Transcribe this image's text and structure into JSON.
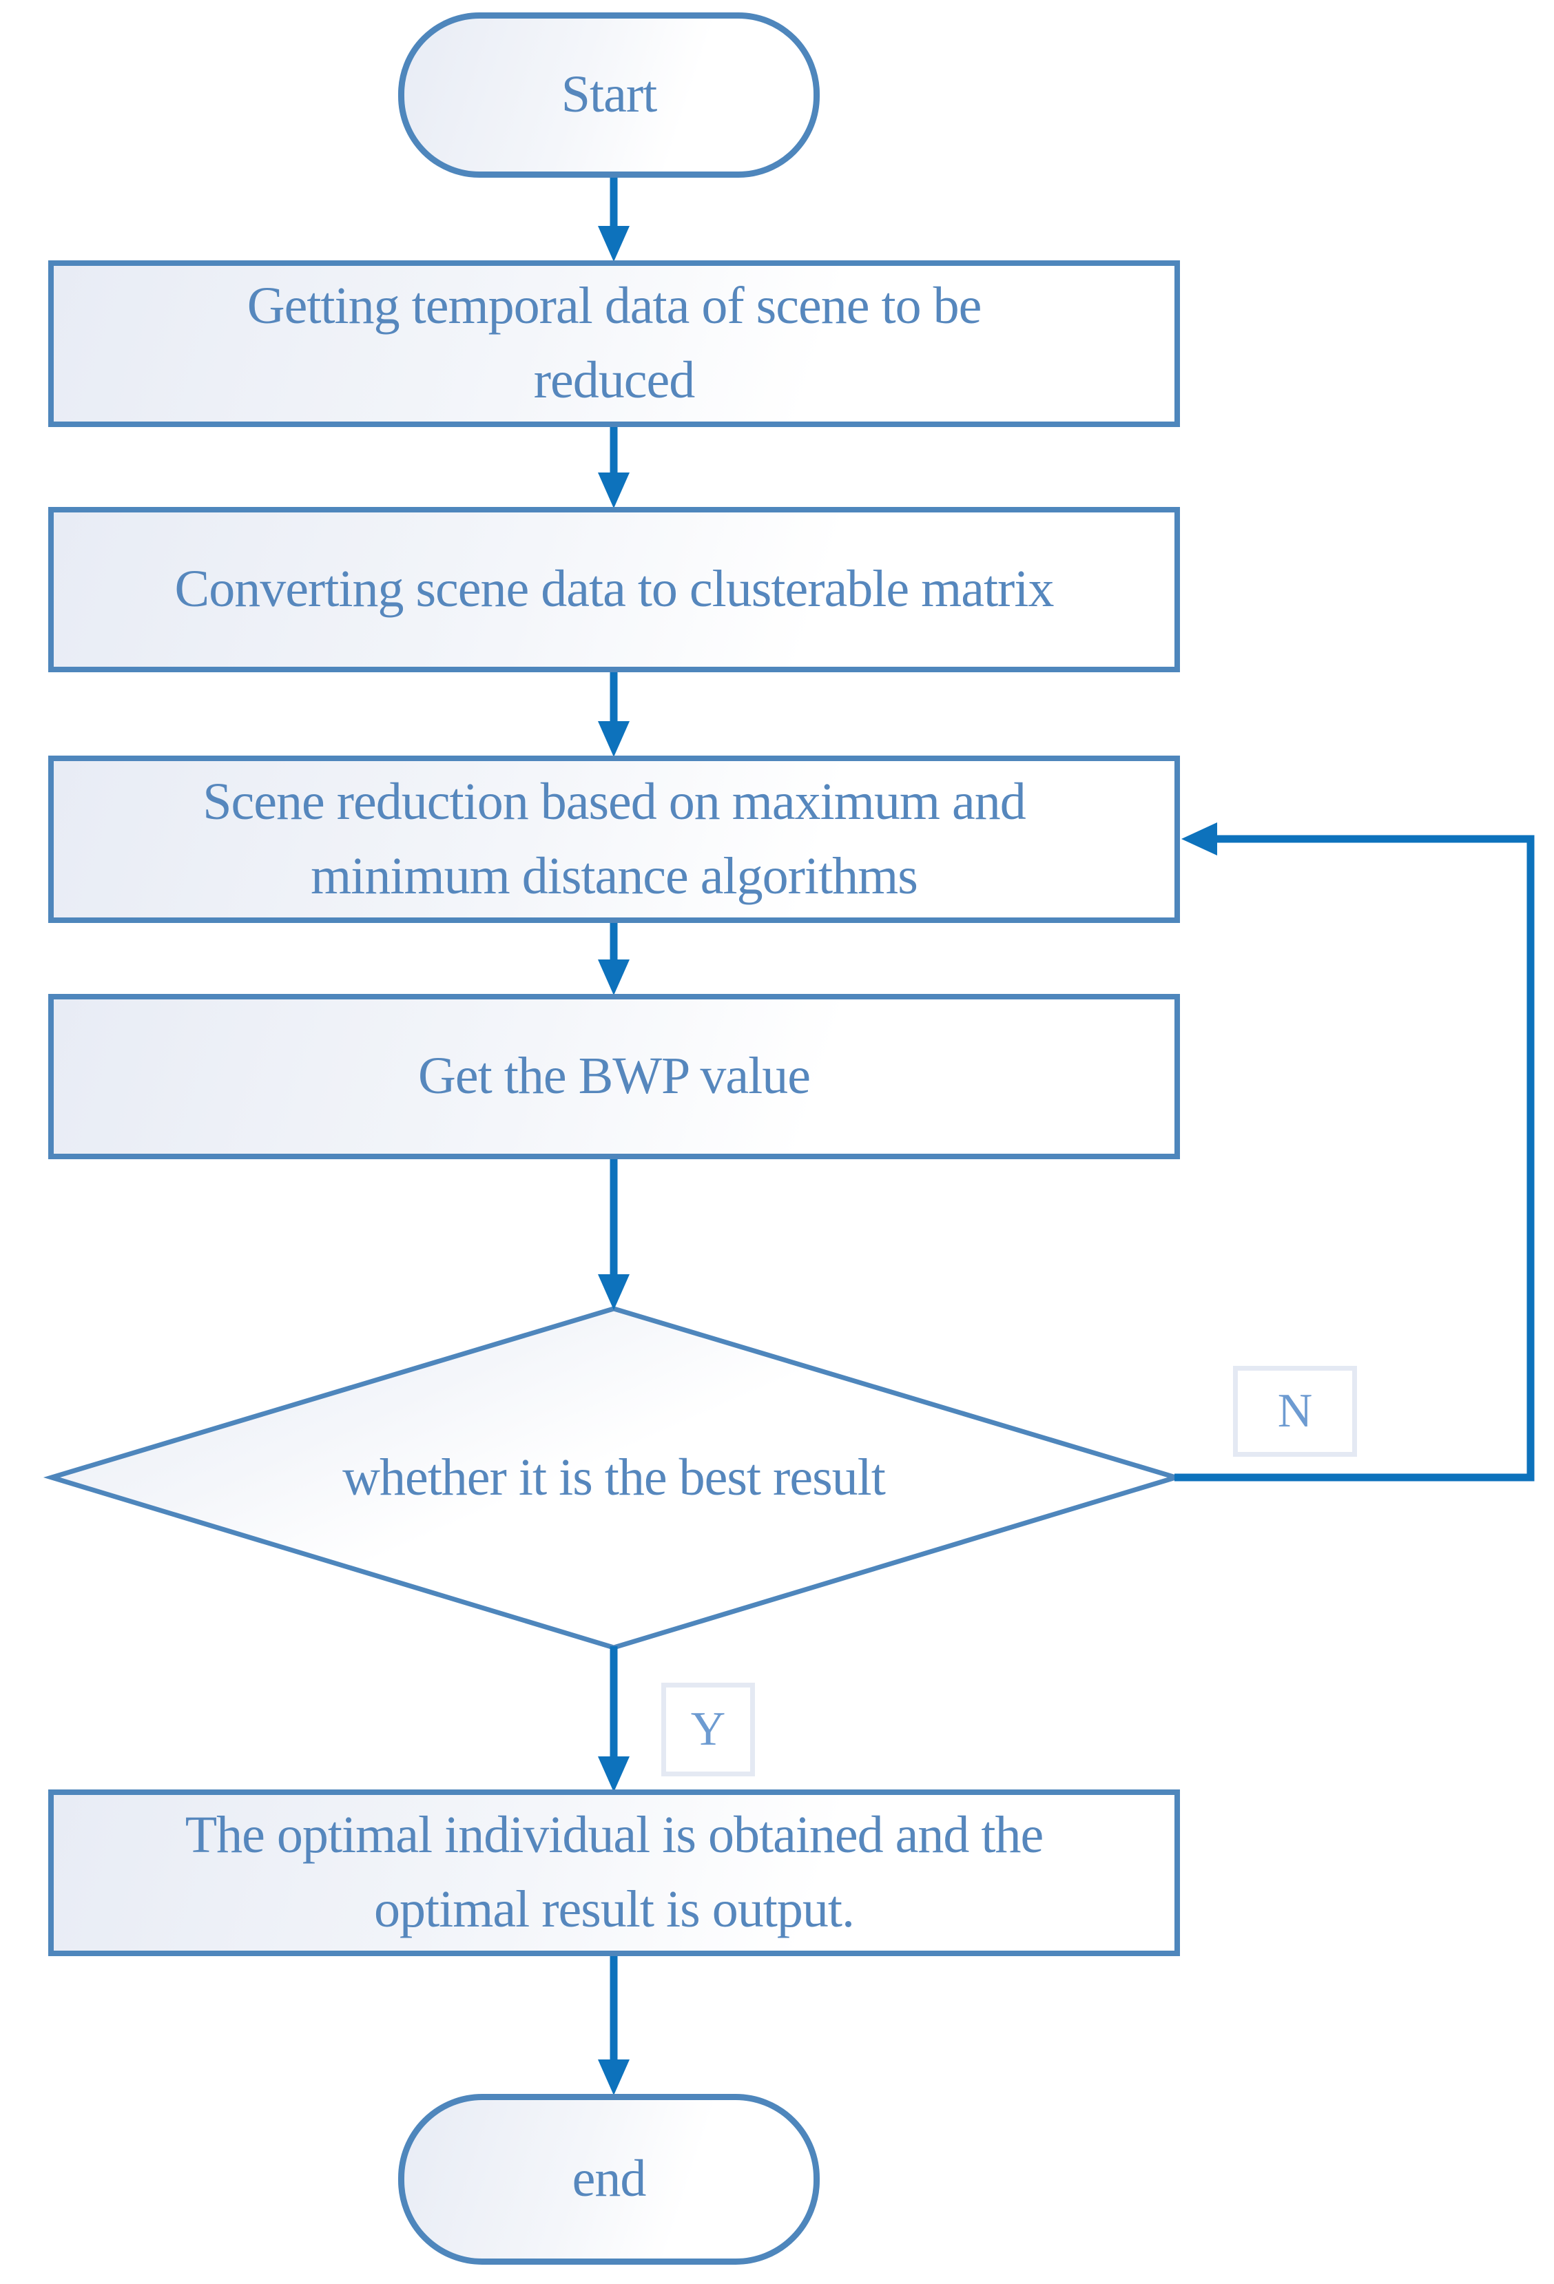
{
  "flowchart": {
    "nodes": {
      "start": {
        "type": "terminator",
        "label": "Start"
      },
      "get_data": {
        "type": "process",
        "label": "Getting temporal data of scene to be\nreduced"
      },
      "convert": {
        "type": "process",
        "label": "Converting scene data to clusterable matrix"
      },
      "reduce": {
        "type": "process",
        "label": "Scene reduction based on maximum and\nminimum distance algorithms"
      },
      "bwp": {
        "type": "process",
        "label": "Get the BWP value"
      },
      "decision": {
        "type": "decision",
        "label": "whether it is the best result"
      },
      "output": {
        "type": "process",
        "label": "The optimal individual is obtained and the\noptimal result is output."
      },
      "end": {
        "type": "terminator",
        "label": "end"
      }
    },
    "branches": {
      "no": "N",
      "yes": "Y"
    },
    "colors": {
      "node_border": "#4E86BC",
      "node_text": "#5687BD",
      "arrow": "#0D72BC",
      "branch_text": "#6D9BD1",
      "branch_border": "#E4E9F3",
      "fill_gradient_start": "#E8ECF5",
      "fill_gradient_end": "#FFFFFF",
      "background": "#FFFFFF"
    }
  }
}
